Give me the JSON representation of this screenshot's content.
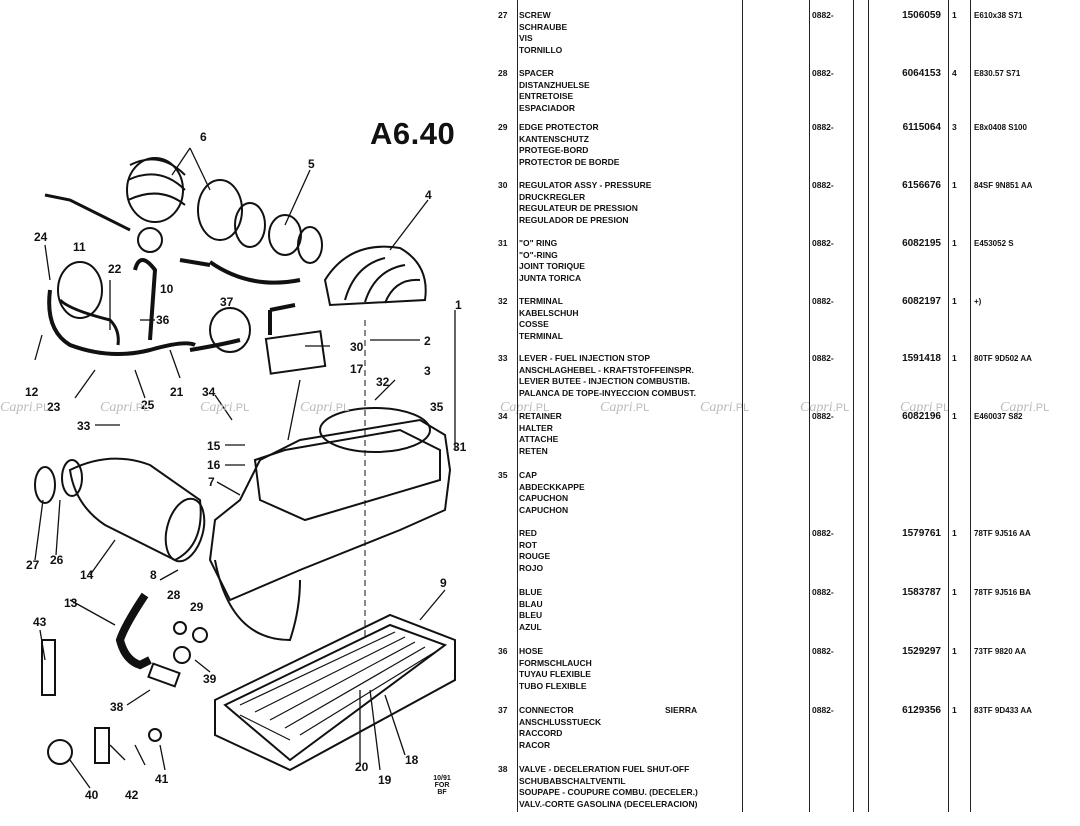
{
  "page": {
    "title": "A6.40",
    "stamp": [
      "10/91",
      "FOR",
      "BF"
    ],
    "watermark": {
      "text": "Capri",
      "suffix": ".PL"
    }
  },
  "diagram": {
    "callouts": [
      "1",
      "2",
      "3",
      "4",
      "5",
      "6",
      "7",
      "8",
      "9",
      "10",
      "11",
      "12",
      "13",
      "14",
      "15",
      "16",
      "17",
      "18",
      "19",
      "20",
      "21",
      "22",
      "23",
      "24",
      "25",
      "26",
      "27",
      "28",
      "29",
      "30",
      "31",
      "32",
      "33",
      "34",
      "35",
      "36",
      "37",
      "38",
      "39",
      "40",
      "41",
      "42",
      "43"
    ]
  },
  "parts": [
    {
      "no": "27",
      "desc": [
        "SCREW",
        "SCHRAUBE",
        "VIS",
        "TORNILLO"
      ],
      "date": "0882-",
      "part": "1506059",
      "qty": "1",
      "ref": "E610x38 S71"
    },
    {
      "no": "28",
      "desc": [
        "SPACER",
        "DISTANZHUELSE",
        "ENTRETOISE",
        "ESPACIADOR"
      ],
      "date": "0882-",
      "part": "6064153",
      "qty": "4",
      "ref": "E830.57 S71"
    },
    {
      "no": "29",
      "desc": [
        "EDGE PROTECTOR",
        "KANTENSCHUTZ",
        "PROTEGE-BORD",
        "PROTECTOR DE BORDE"
      ],
      "date": "0882-",
      "part": "6115064",
      "qty": "3",
      "ref": "E8x0408 S100"
    },
    {
      "no": "30",
      "desc": [
        "REGULATOR ASSY - PRESSURE",
        "DRUCKREGLER",
        "REGULATEUR DE PRESSION",
        "REGULADOR DE PRESION"
      ],
      "date": "0882-",
      "part": "6156676",
      "qty": "1",
      "ref": "84SF 9N851 AA"
    },
    {
      "no": "31",
      "desc": [
        "\"O\" RING",
        "\"O\"-RING",
        "JOINT TORIQUE",
        "JUNTA TORICA"
      ],
      "date": "0882-",
      "part": "6082195",
      "qty": "1",
      "ref": "E453052 S"
    },
    {
      "no": "32",
      "desc": [
        "TERMINAL",
        "KABELSCHUH",
        "COSSE",
        "TERMINAL"
      ],
      "date": "0882-",
      "part": "6082197",
      "qty": "1",
      "ref": "+)"
    },
    {
      "no": "33",
      "desc": [
        "LEVER - FUEL INJECTION STOP",
        "ANSCHLAGHEBEL - KRAFTSTOFFEINSPR.",
        "LEVIER BUTEE - INJECTION COMBUSTIB.",
        "PALANCA DE TOPE-INYECCION COMBUST."
      ],
      "date": "0882-",
      "part": "1591418",
      "qty": "1",
      "ref": "80TF 9D502 AA"
    },
    {
      "no": "34",
      "desc": [
        "RETAINER",
        "HALTER",
        "ATTACHE",
        "RETEN"
      ],
      "date": "0882-",
      "part": "6082196",
      "qty": "1",
      "ref": "E460037 S82"
    },
    {
      "no": "35",
      "desc": [
        "CAP",
        "ABDECKKAPPE",
        "CAPUCHON",
        "CAPUCHON"
      ],
      "date": "",
      "part": "",
      "qty": "",
      "ref": "",
      "variants": [
        {
          "desc": [
            "RED",
            "ROT",
            "ROUGE",
            "ROJO"
          ],
          "date": "0882-",
          "part": "1579761",
          "qty": "1",
          "ref": "78TF 9J516 AA"
        },
        {
          "desc": [
            "BLUE",
            "BLAU",
            "BLEU",
            "AZUL"
          ],
          "date": "0882-",
          "part": "1583787",
          "qty": "1",
          "ref": "78TF 9J516 BA"
        }
      ]
    },
    {
      "no": "36",
      "desc": [
        "HOSE",
        "FORMSCHLAUCH",
        "TUYAU FLEXIBLE",
        "TUBO FLEXIBLE"
      ],
      "date": "0882-",
      "part": "1529297",
      "qty": "1",
      "ref": "73TF 9820 AA"
    },
    {
      "no": "37",
      "desc": [
        "CONNECTOR",
        "ANSCHLUSSTUECK",
        "RACCORD",
        "RACOR"
      ],
      "note": "SIERRA",
      "date": "0882-",
      "part": "6129356",
      "qty": "1",
      "ref": "83TF 9D433 AA"
    },
    {
      "no": "38",
      "desc": [
        "VALVE - DECELERATION FUEL SHUT-OFF",
        "SCHUBABSCHALTVENTIL",
        "SOUPAPE - COUPURE COMBU. (DECELER.)",
        "VALV.-CORTE GASOLINA (DECELERACION)"
      ],
      "date": "",
      "part": "",
      "qty": "",
      "ref": ""
    }
  ]
}
